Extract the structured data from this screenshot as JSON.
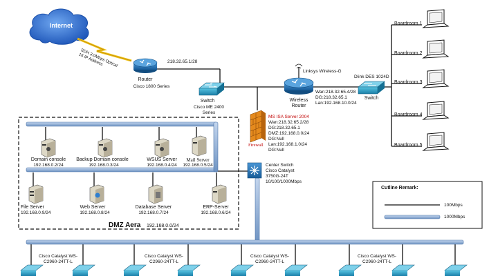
{
  "internet": {
    "label": "Internet",
    "link_label": "SDH 3.0Mbps Optical\n16 IP Address"
  },
  "router": {
    "ip": "218.32.65.1/28",
    "name": "Router",
    "model": "Cisco 1800 Series"
  },
  "core_switch": {
    "name": "Switch",
    "model": "Cisco ME 2400\nSeries"
  },
  "wireless_router": {
    "ap_label": "Linksys Wireless-G",
    "name": "Wireless\nRouter",
    "wan": "Wan:218.32.65.4/28",
    "dg": "DG:218.32.65.1",
    "lan": "Lan:192.168.10.0/24"
  },
  "boardroom_switch": {
    "model": "Dlink DES 1024D",
    "name": "Switch"
  },
  "boardrooms": [
    "Boardroom 1",
    "Boardroom 2",
    "Boardroom 3",
    "Boardroom 4",
    "Boardroom 5"
  ],
  "firewall": {
    "label": "Firewall",
    "config": [
      "MS ISA Server 2004",
      "Wan:218.32.65.2/28",
      "DG:218.32.65.1",
      "DMZ:192.168.0.0/24",
      "DG:Null",
      "Lan:192.168.1.0/24",
      "DG:Null"
    ]
  },
  "center_switch": {
    "lines": [
      "Center Switch",
      "Cisco Catalyst",
      "3750G-24T",
      "10/100/1000Mbps"
    ]
  },
  "dmz": {
    "title": "DMZ Aera",
    "subnet": "192.168.0.0/24",
    "servers": [
      {
        "name": "Domain console",
        "ip": "192.168.0.2/24"
      },
      {
        "name": "Backup Domain console",
        "ip": "192.168.0.3/24"
      },
      {
        "name": "WSUS Server",
        "ip": "192.168.0.4/24"
      },
      {
        "name": "Mail Server",
        "ip": "192.168.0.5/24"
      },
      {
        "name": "File Server",
        "ip": "192.168.0.9/24"
      },
      {
        "name": "Web Server",
        "ip": "192.168.0.8/24"
      },
      {
        "name": "Database Server",
        "ip": "192.168.0.7/24"
      },
      {
        "name": "ERP-Server",
        "ip": "192.168.0.6/24"
      }
    ]
  },
  "legend": {
    "title": "Cutline Remark:",
    "thin": "100Mbps",
    "thick": "1000Mbps"
  },
  "access_switch_label": "Cisco Catalyst WS-\nC2960-24TT-L",
  "colors": {
    "cloud": "#2f6fd6",
    "device": "#1f6fb2",
    "bus": "#7fa4cf",
    "firewall": "#e07b12",
    "switch_cyan": "#2aa6c8"
  }
}
